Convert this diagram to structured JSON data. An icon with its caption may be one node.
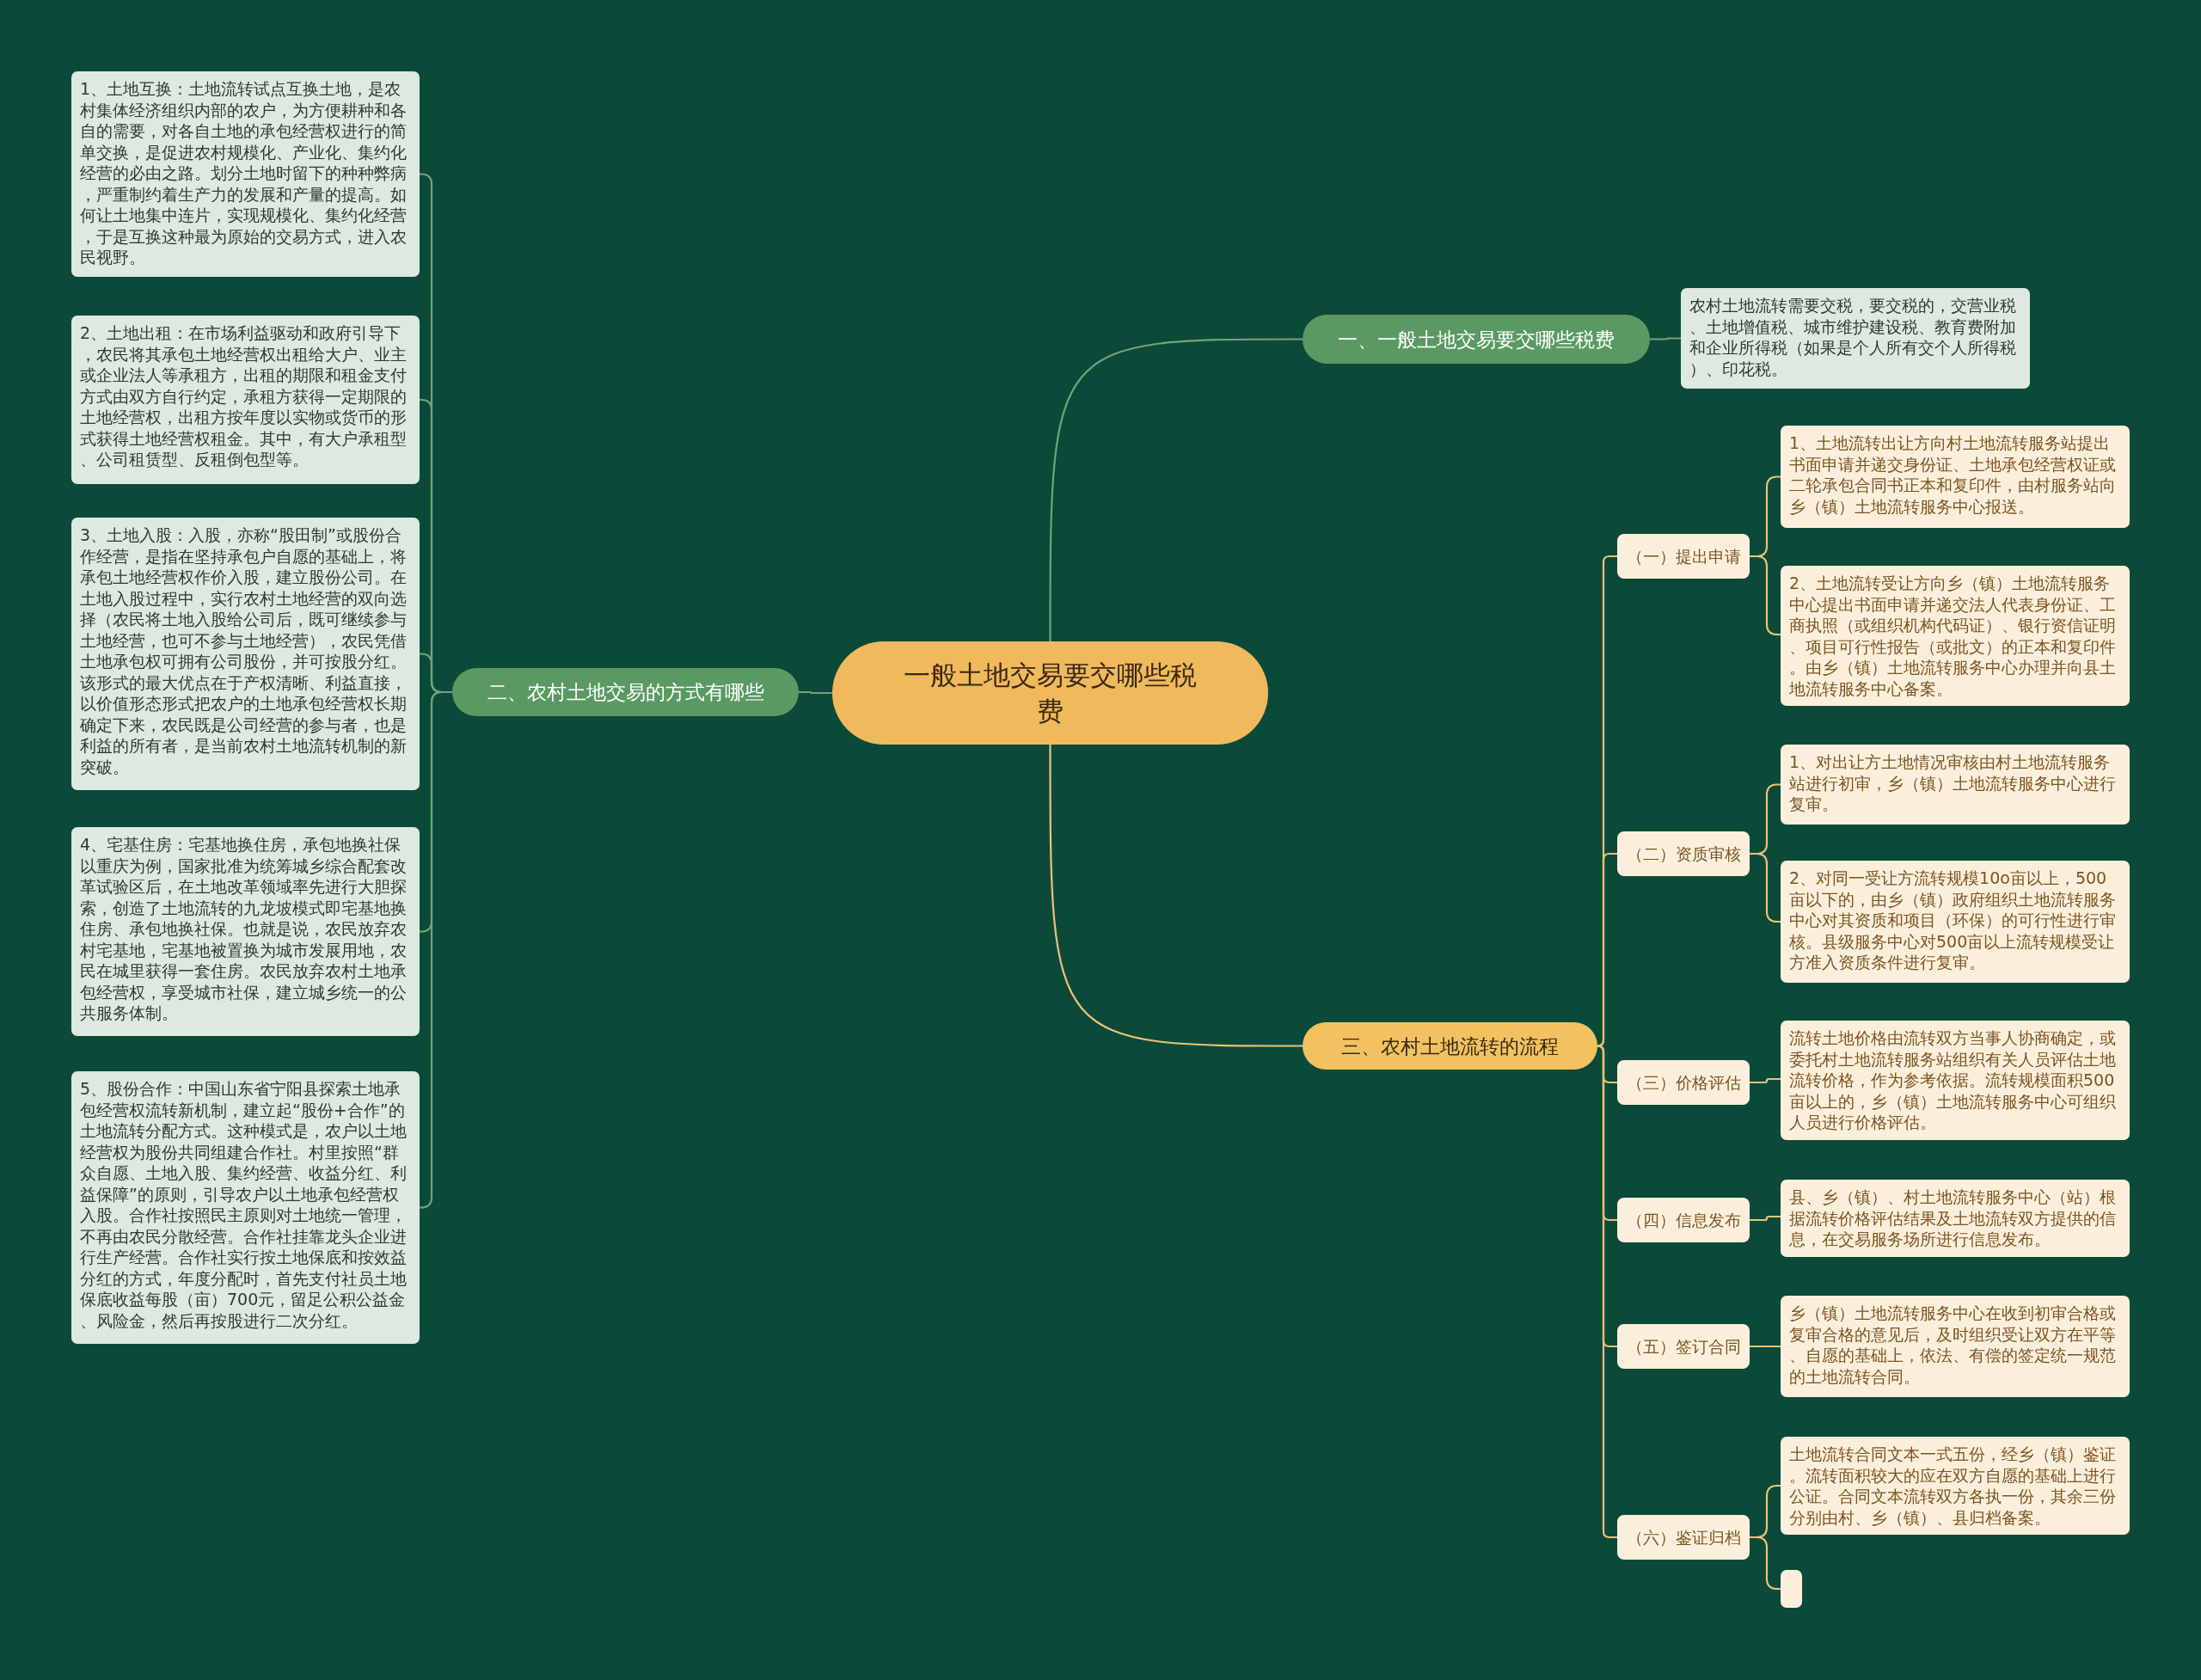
{
  "diagram": {
    "nodes": [
      {
        "text": [
          "一般土地交易要交哪些税费"
        ]
      },
      {
        "text": [
          "一、一般土地交易要交哪些税费"
        ]
      },
      {
        "text": [
          "农村土地流转需要交税，要交税的，交营业税、土地增值税、城市维护建设税、教育费附加和企业所得税（如果是个人所有交个人所得税）、印花税。"
        ]
      },
      {
        "text": [
          "二、农村土地交易的方式有哪些"
        ]
      },
      {
        "text": [
          "1、土地互换：土地流转试点互换土地，是农村集体经济组织内部的农户，为方便耕种和各自的需要，对各自土地的承包经营权进行的简单交换，是促进农村规模化、产业化、集约化经营的必由之路。划分土地时留下的种种弊病，严重制约着生产力的发展和产量的提高。如何让土地集中连片，实现规模化、集约化经营，于是互换这种最为原始的交易方式，进入农民视野。"
        ]
      },
      {
        "text": [
          "2、土地出租：在市场利益驱动和政府引导下，农民将其承包土地经营权出租给大户、业主或企业法人等承租方，出租的期限和租金支付方式由双方自行约定，承租方获得一定期限的土地经营权，出租方按年度以实物或货币的形式获得土地经营权租金。其中，有大户承租型、公司租赁型、反租倒包型等。"
        ]
      },
      {
        "text": [
          "3、土地入股：入股，亦称“股田制”或股份合作经营，是指在坚持承包户自愿的基础上，将承包土地经营权作价入股，建立股份公司。在土地入股过程中，实行农村土地经营的双向选择（农民将土地入股给公司后，既可继续参与土地经营，也可不参与土地经营），农民凭借土地承包权可拥有公司股份，并可按股分红。该形式的最大优点在于产权清晰、利益直接，以价值形态形式把农户的土地承包经营权长期确定下来，农民既是公司经营的参与者，也是利益的所有者，是当前农村土地流转机制的新突破。"
        ]
      },
      {
        "text": [
          "4、宅基住房：宅基地换住房，承包地换社保以重庆为例，国家批准为统筹城乡综合配套改革试验区后，在土地改革领域率先进行大胆探索，创造了土地流转的九龙坡模式即宅基地换住房、承包地换社保。也就是说，农民放弃农村宅基地，宅基地被置换为城市发展用地，农民在城里获得一套住房。农民放弃农村土地承包经营权，享受城市社保，建立城乡统一的公共服务体制。"
        ]
      },
      {
        "text": [
          "5、股份合作：中国山东省宁阳县探索土地承包经营权流转新机制，建立起“股份+合作”的土地流转分配方式。这种模式是，农户以土地经营权为股份共同组建合作社。村里按照“群众自愿、土地入股、集约经营、收益分红、利益保障”的原则，引导农户以土地承包经营权入股。合作社按照民主原则对土地统一管理，不再由农民分散经营。合作社挂靠龙头企业进行生产经营。合作社实行按土地保底和按效益分红的方式，年度分配时，首先支付社员土地保底收益每股（亩）700元，留足公积公益金、风险金，然后再按股进行二次分红。"
        ]
      },
      {
        "text": [
          "三、农村土地流转的流程"
        ]
      },
      {
        "text": [
          "（一）提出申请"
        ]
      },
      {
        "text": [
          "1、土地流转出让方向村土地流转服务站提出书面申请并递交身份证、土地承包经营权证或二轮承包合同书正本和复印件，由村服务站向乡（镇）土地流转服务中心报送。"
        ]
      },
      {
        "text": [
          "2、土地流转受让方向乡（镇）土地流转服务中心提出书面申请并递交法人代表身份证、工商执照（或组织机构代码证）、银行资信证明、项目可行性报告（或批文）的正本和复印件。由乡（镇）土地流转服务中心办理并向县土地流转服务中心备案。"
        ]
      },
      {
        "text": [
          "（二）资质审核"
        ]
      },
      {
        "text": [
          "1、对出让方土地情况审核由村土地流转服务站进行初审，乡（镇）土地流转服务中心进行复审。"
        ]
      },
      {
        "text": [
          "2、对同一受让方流转规模10o亩以上，500亩以下的，由乡（镇）政府组织土地流转服务中心对其资质和项目（环保）的可行性进行审核。县级服务中心对500亩以上流转规模受让方准入资质条件进行复审。"
        ]
      },
      {
        "text": [
          "（三）价格评估"
        ]
      },
      {
        "text": [
          "流转土地价格由流转双方当事人协商确定，或委托村土地流转服务站组织有关人员评估土地流转价格，作为参考依据。流转规模面积500亩以上的，乡（镇）土地流转服务中心可组织人员进行价格评估。"
        ]
      },
      {
        "text": [
          "（四）信息发布"
        ]
      },
      {
        "text": [
          "县、乡（镇）、村土地流转服务中心（站）根据流转价格评估结果及土地流转双方提供的信息，在交易服务场所进行信息发布。"
        ]
      },
      {
        "text": [
          "（五）签订合同"
        ]
      },
      {
        "text": [
          "乡（镇）土地流转服务中心在收到初审合格或复审合格的意见后，及时组织受让双方在平等、自愿的基础上，依法、有偿的签定统一规范的土地流转合同。"
        ]
      },
      {
        "text": [
          "（六）鉴证归档"
        ]
      },
      {
        "text": [
          "土地流转合同文本一式五份，经乡（镇）鉴证。流转面积较大的应在双方自愿的基础上进行公证。合同文本流转双方各执一份，其余三份分别由村、乡（镇）、县归档备案。"
        ]
      },
      {
        "text": [],
        "shape": "box"
      }
    ],
    "edges": [
      {
        "from": 0,
        "to": 1,
        "arrow": "none",
        "color": "#6fa57a"
      },
      {
        "from": 1,
        "to": 2,
        "arrow": "none",
        "color": "#6fa57a"
      },
      {
        "from": 0,
        "to": 3,
        "arrow": "none",
        "color": "#6fa57a"
      },
      {
        "from": 3,
        "to": 4,
        "arrow": "none",
        "color": "#6fa57a"
      },
      {
        "from": 3,
        "to": 5,
        "arrow": "none",
        "color": "#6fa57a"
      },
      {
        "from": 3,
        "to": 6,
        "arrow": "none",
        "color": "#6fa57a"
      },
      {
        "from": 3,
        "to": 7,
        "arrow": "none",
        "color": "#6fa57a"
      },
      {
        "from": 3,
        "to": 8,
        "arrow": "none",
        "color": "#6fa57a"
      },
      {
        "from": 0,
        "to": 9,
        "arrow": "none"
      },
      {
        "from": 9,
        "to": 10,
        "arrow": "none"
      },
      {
        "from": 10,
        "to": 11,
        "arrow": "none"
      },
      {
        "from": 10,
        "to": 12,
        "arrow": "none"
      },
      {
        "from": 9,
        "to": 13,
        "arrow": "none"
      },
      {
        "from": 13,
        "to": 14,
        "arrow": "none"
      },
      {
        "from": 13,
        "to": 15,
        "arrow": "none"
      },
      {
        "from": 9,
        "to": 16,
        "arrow": "none"
      },
      {
        "from": 16,
        "to": 17,
        "arrow": "none"
      },
      {
        "from": 9,
        "to": 18,
        "arrow": "none"
      },
      {
        "from": 18,
        "to": 19,
        "arrow": "none"
      },
      {
        "from": 9,
        "to": 20,
        "arrow": "none"
      },
      {
        "from": 20,
        "to": 21,
        "arrow": "none"
      },
      {
        "from": 9,
        "to": 22,
        "arrow": "none"
      },
      {
        "from": 22,
        "to": 23,
        "arrow": "none"
      },
      {
        "from": 22,
        "to": 24,
        "arrow": "none"
      }
    ]
  }
}
